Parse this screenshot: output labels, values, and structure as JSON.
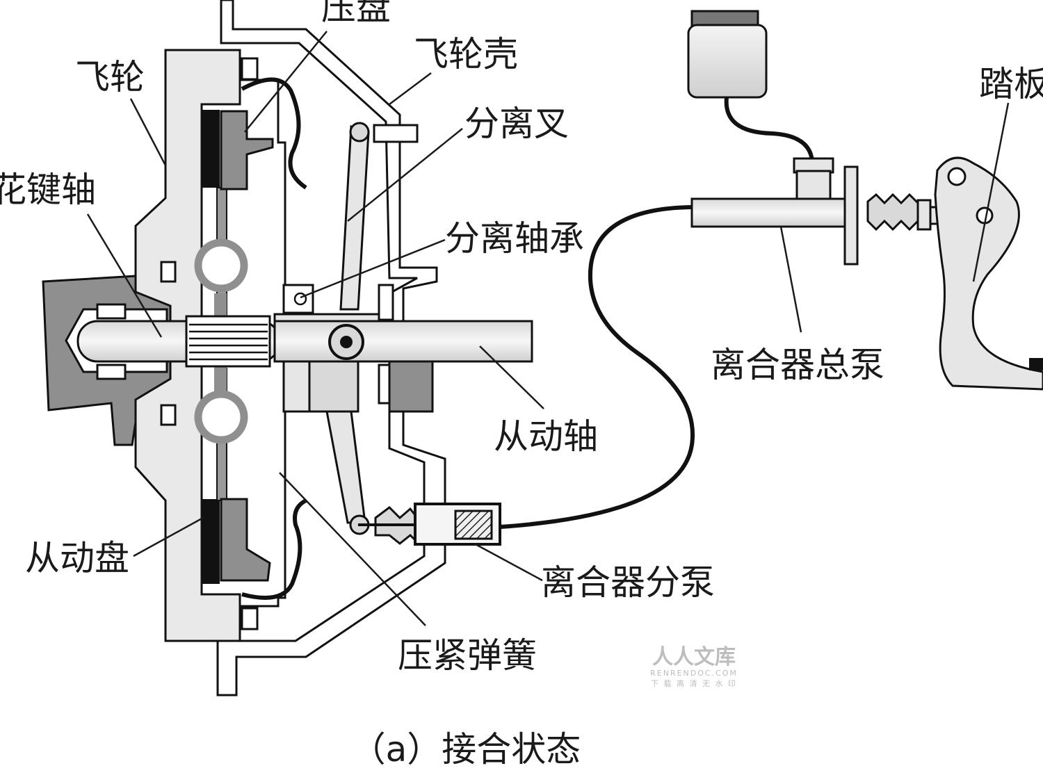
{
  "labels": {
    "pressure_plate": "压盘",
    "flywheel_housing": "飞轮壳",
    "flywheel": "飞轮",
    "release_fork": "分离叉",
    "pedal": "踏板",
    "spline_shaft": "花键轴",
    "release_bearing": "分离轴承",
    "master_cylinder": "离合器总泵",
    "driven_shaft": "从动轴",
    "driven_disc": "从动盘",
    "slave_cylinder": "离合器分泵",
    "pressure_spring": "压紧弹簧"
  },
  "caption": "（a）接合状态",
  "watermark": {
    "brand": "人人文库",
    "domain": "RENRENDOC.COM",
    "slogan": "下 载 高 清 无 水 印"
  },
  "colors": {
    "dark_gray": "#8f8f8f",
    "mid_gray": "#bdbdbd",
    "light_gray": "#e6e6e6",
    "outline": "#111111",
    "watermark": "#bdbdbd"
  }
}
